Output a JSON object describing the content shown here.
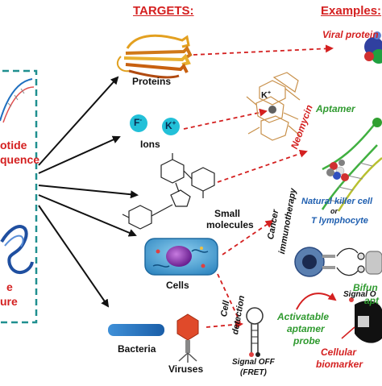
{
  "headers": {
    "targets": "TARGETS:",
    "examples": "Examples:"
  },
  "left_panel": {
    "line1": "otide",
    "line2": "quence",
    "line3": "e",
    "line4": "ure"
  },
  "targets": {
    "proteins": "Proteins",
    "ions": "Ions",
    "ion_f": "F",
    "ion_k": "K",
    "small_line1": "Small",
    "small_line2": "molecules",
    "cells": "Cells",
    "bacteria": "Bacteria",
    "viruses": "Viruses"
  },
  "examples": {
    "viral_proteins": "Viral protein",
    "k_plus": "K",
    "aptamer": "Aptamer",
    "neomycin": "Neomycin",
    "cancer_line1": "Cancer",
    "cancer_line2": "immunotherapy",
    "nk_line1": "Natural killer cell",
    "nk_or": "or",
    "nk_line2": "T lymphocyte",
    "bifunc_line1": "Bifun",
    "bifunc_line2": "apt",
    "cell_det_line1": "Cell",
    "cell_det_line2": "detection",
    "activatable_line1": "Activatable",
    "activatable_line2": "aptamer",
    "activatable_line3": "probe",
    "signal_off_line1": "Signal OFF",
    "signal_off_line2": "(FRET)",
    "signal_on": "Signal O",
    "cellular_line1": "Cellular",
    "cellular_line2": "biomarker"
  },
  "colors": {
    "red": "#d42020",
    "green": "#2f9a2f",
    "blue": "#1f5fb0",
    "teal_border": "#1f8f8f",
    "cell_fill": "#5ab0dc",
    "nucleus": "#8a3aa8",
    "virus": "#e04a2a",
    "bacteria": "#2a7fc8"
  }
}
